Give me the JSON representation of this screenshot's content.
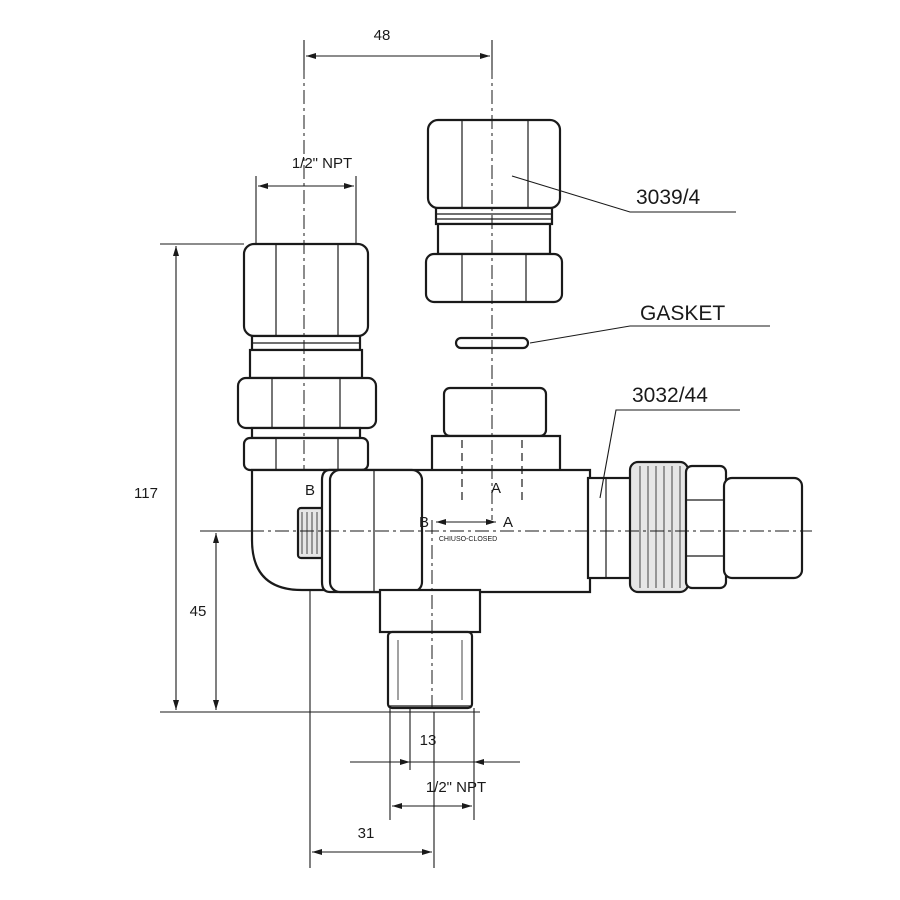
{
  "dimensions": {
    "top_spacing": "48",
    "top_thread": "1/2\" NPT",
    "overall_height": "117",
    "lower_height": "45",
    "bottom_thread_length": "13",
    "bottom_thread": "1/2\" NPT",
    "bottom_offset": "31"
  },
  "callouts": {
    "fitting": "3039/4",
    "gasket": "GASKET",
    "valve": "3032/44"
  },
  "port_labels": {
    "port_b": "B",
    "port_a": "A",
    "arrow_b": "B",
    "arrow_a": "A",
    "direction_text": "CHIUSO-CLOSED"
  }
}
